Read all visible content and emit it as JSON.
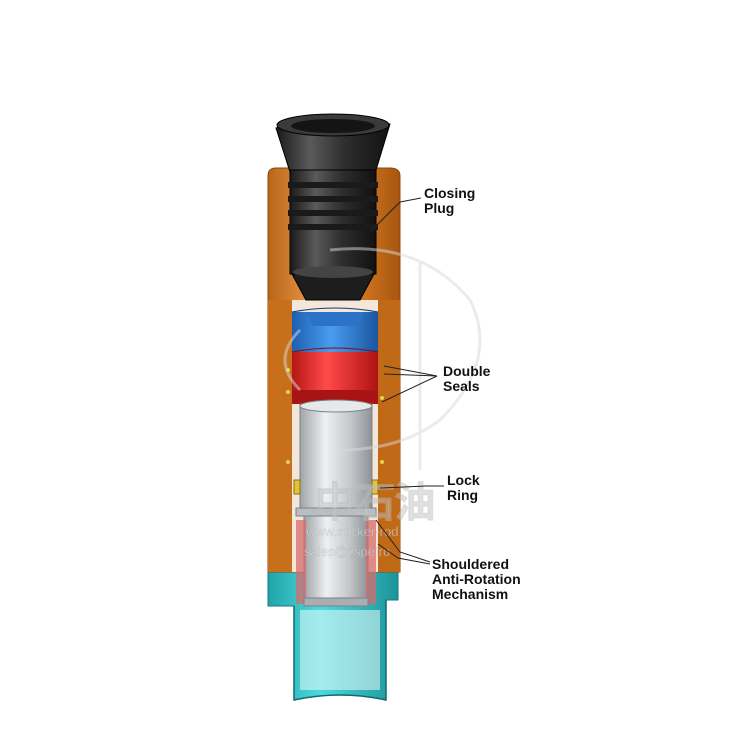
{
  "labels": {
    "closing_plug": [
      "Closing",
      "Plug"
    ],
    "double_seals": [
      "Double",
      "Seals"
    ],
    "lock_ring": [
      "Lock",
      "Ring"
    ],
    "anti_rotation": [
      "Shouldered",
      "Anti-Rotation",
      "Mechanism"
    ]
  },
  "watermark": {
    "logo_text": "中石油",
    "website": "www.sucker-rod",
    "email": "sales@zspetro"
  },
  "colors": {
    "housing": "#d1781f",
    "housing_dark": "#b45f12",
    "plug": "#2b2b2b",
    "seal_blue": "#2f7fd9",
    "seal_red": "#e52b2b",
    "mandrel": "#cfd3d6",
    "lower_sub": "#30c4c9",
    "leader": "#222222"
  },
  "icons": [
    "watermark-logo-icon"
  ]
}
